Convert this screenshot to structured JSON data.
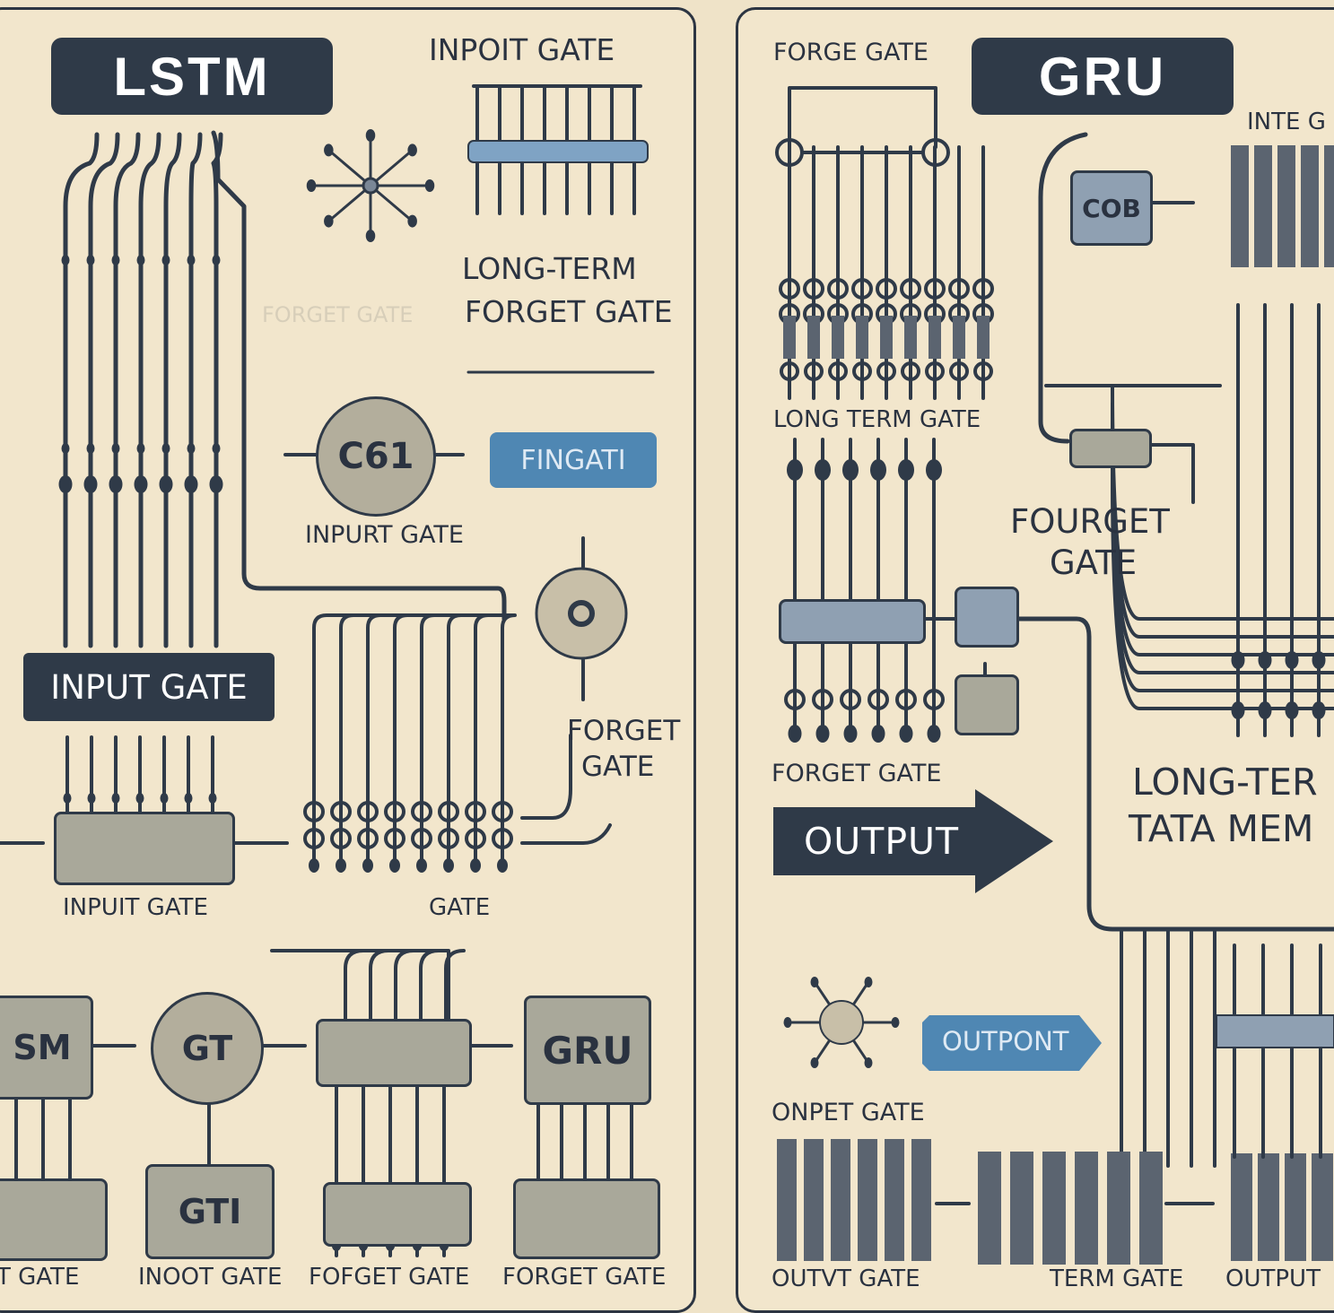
{
  "colors": {
    "background": "#efe3c8",
    "ink": "#2f3a48",
    "accent_blue": "#4f87b3",
    "box_fill": "#a9a89a"
  },
  "lstm": {
    "title": "LSTM",
    "labels": {
      "inpoit_gate": "INPOIT GATE",
      "long_term": "LONG-TERM",
      "forget_gate_top": "FORGET GATE",
      "forget_gate_faint": "FORGET GATE",
      "unit_63": "C61",
      "inpurt_gate": "INPURT GATE",
      "fingati": "FINGATI",
      "input_gate_tag": "INPUT GATE",
      "forget_gate_side_1": "FORGET",
      "forget_gate_side_2": "GATE",
      "input_gate_under": "INPUIT GATE",
      "gate_under": "GATE",
      "bottom_box_sm": "SM",
      "bottom_circle": "GT",
      "bottom_box_gru": "GRU",
      "bottom_box_gti": "GTI",
      "bottom_row": [
        "T GATE",
        "INOOT GATE",
        "FOFGET GATE",
        "FORGET GATE"
      ]
    }
  },
  "gru": {
    "title": "GRU",
    "labels": {
      "forge_gate": "FORGE GATE",
      "inte_gate": "INTE G",
      "long_term_gate": "LONG TERM GATE",
      "box_code": "COB",
      "fourget_1": "FOURGET",
      "fourget_2": "GATE",
      "forget_gate": "FORGET GATE",
      "output_arrow": "OUTPUT",
      "long_term_mem_1": "LONG-TER",
      "long_term_mem_2": "TATA MEM",
      "outpont": "OUTPONT",
      "onpet_gate": "ONPET GATE",
      "bottom_row": [
        "OUTVT GATE",
        "TERM GATE",
        "OUTPUT"
      ]
    }
  }
}
